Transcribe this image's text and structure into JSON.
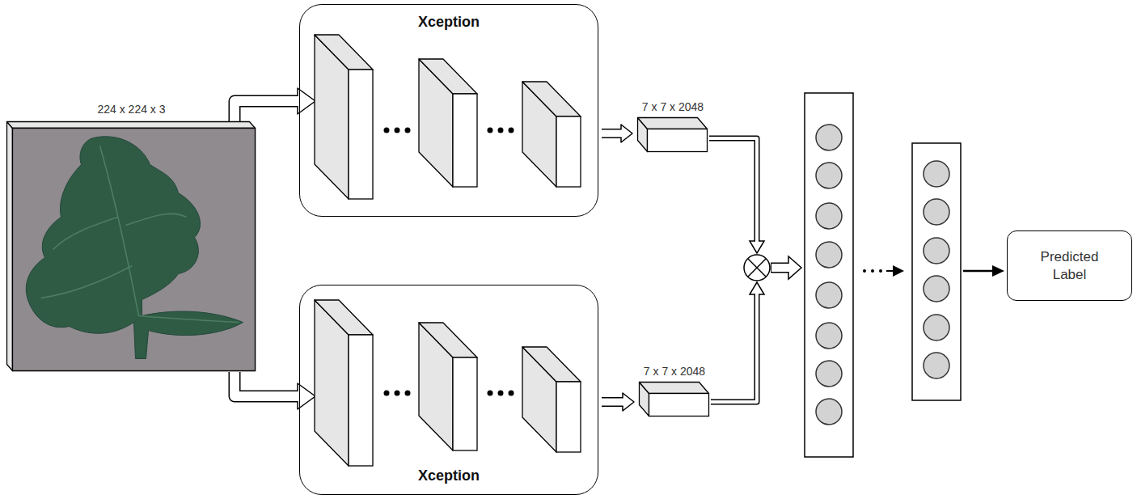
{
  "diagram": {
    "nodes": [
      {
        "text": [
          "224 x 224 x 3"
        ]
      },
      {
        "text": [
          "Xception"
        ]
      },
      {
        "text": [
          "Xception"
        ]
      },
      {
        "text": [
          "7 x 7 x 2048"
        ]
      },
      {
        "text": [
          "7 x 7 x 2048"
        ]
      },
      {
        "text": [
          "Predicted Label"
        ]
      }
    ],
    "edges": [
      {
        "from": 0,
        "to": 1,
        "arrow": "to"
      },
      {
        "from": 0,
        "to": 2,
        "arrow": "to"
      },
      {
        "from": 1,
        "to": 3,
        "arrow": "to"
      },
      {
        "from": 2,
        "to": 4,
        "arrow": "to"
      }
    ]
  }
}
